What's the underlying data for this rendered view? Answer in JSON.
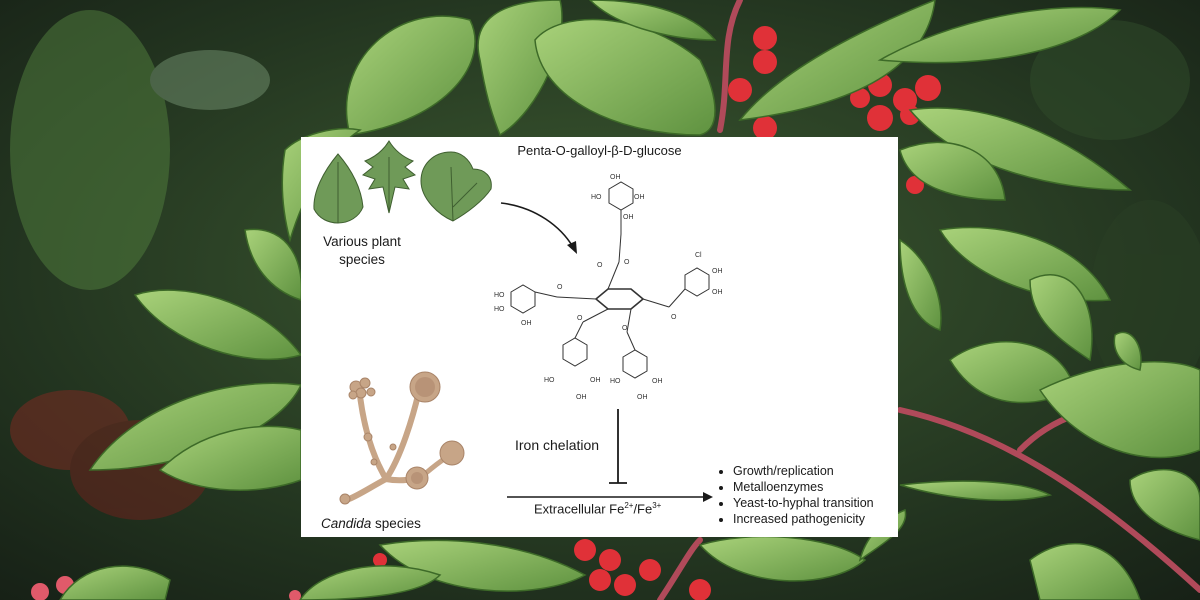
{
  "diagram": {
    "title": "Penta-O-galloyl-β-D-glucose",
    "plants_label": "Various plant species",
    "candida_label_italic": "Candida",
    "candida_label_rest": " species",
    "chelation_label": "Iron chelation",
    "iron_label": "Extracellular Fe",
    "iron_charge_2": "2+",
    "iron_sep": "/Fe",
    "iron_charge_3": "3+",
    "effects": [
      "Growth/replication",
      "Metalloenzymes",
      "Yeast-to-hyphal transition",
      "Increased pathogenicity"
    ],
    "atom_o": "O",
    "atom_oh": "OH",
    "atom_ho": "HO",
    "atom_cl": "Cl"
  },
  "colors": {
    "leaf_green": "#6f9a58",
    "candida_tan": "#c7a587",
    "ink": "#1a1a1a"
  }
}
